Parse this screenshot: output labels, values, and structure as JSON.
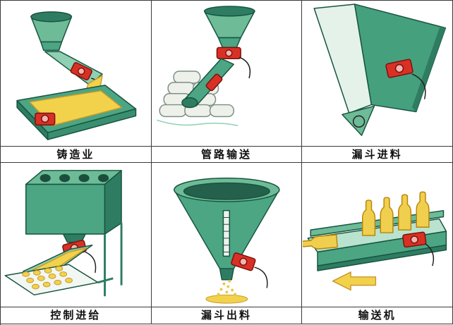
{
  "grid": {
    "cells": [
      {
        "id": "foundry",
        "label": "铸造业"
      },
      {
        "id": "pipeline-transport",
        "label": "管路输送"
      },
      {
        "id": "hopper-feeding",
        "label": "漏斗进料"
      },
      {
        "id": "controlled-feeding",
        "label": "控制进给"
      },
      {
        "id": "hopper-discharge",
        "label": "漏斗出料"
      },
      {
        "id": "conveyor",
        "label": "输送机"
      }
    ]
  },
  "colors": {
    "machine_green": "#4ca583",
    "machine_green_dark": "#2e7d63",
    "machine_green_light": "#9fd4bc",
    "vibrator_red": "#d93025",
    "material_yellow": "#f2d24b",
    "grid_line": "#3a3a3a"
  }
}
